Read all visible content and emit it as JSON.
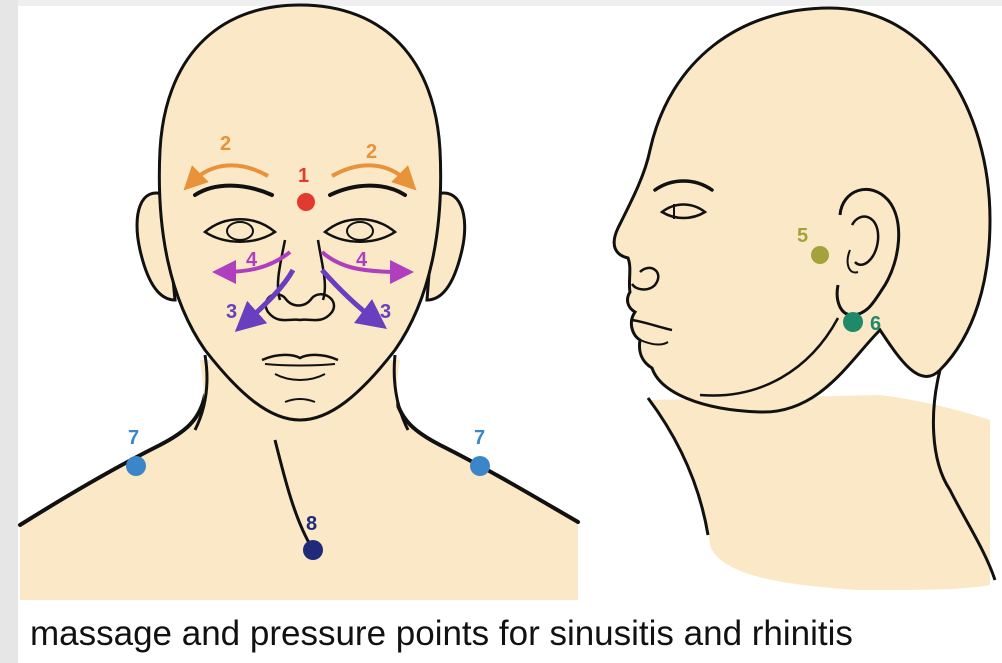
{
  "caption": "massage and pressure points for sinusitis and rhinitis",
  "colors": {
    "skin": "#fbe8c6",
    "outline": "#111111",
    "point_1": "#e23a2e",
    "point_2": "#e8923a",
    "point_3": "#6a3fbf",
    "point_4": "#b03fbf",
    "point_5": "#a4a23a",
    "point_6": "#1f8a6a",
    "point_7": "#3a86c8",
    "point_8": "#1f2a7a"
  },
  "points": {
    "p1": "1",
    "p2": "2",
    "p3": "3",
    "p4": "4",
    "p5": "5",
    "p6": "6",
    "p7": "7",
    "p8": "8"
  }
}
